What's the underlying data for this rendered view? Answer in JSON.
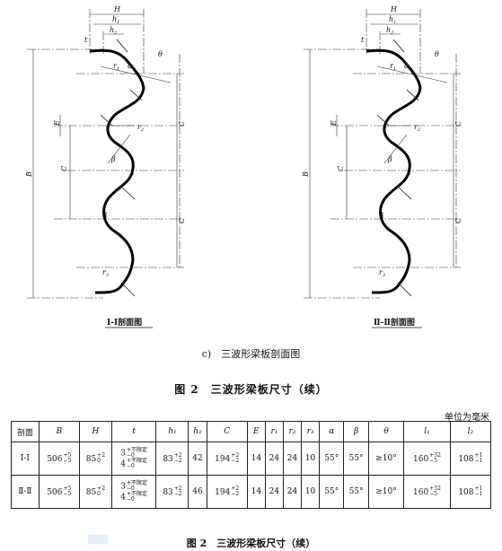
{
  "drawings": [
    {
      "id": "left",
      "section_label": "Ⅰ-Ⅰ剖面图",
      "dim_labels": {
        "H": "H",
        "h1": "h",
        "h2": "h",
        "h1_sub": "1",
        "h2_sub": "2",
        "t": "t",
        "theta": "θ",
        "r1": "r",
        "r1_sub": "1",
        "alpha": "α",
        "E": "E",
        "r2": "r",
        "r2_sub": "2",
        "C": "C",
        "beta": "β",
        "B": "B",
        "r3": "r",
        "r3_sub": "3"
      }
    },
    {
      "id": "right",
      "section_label": "Ⅱ-Ⅱ剖面图",
      "dim_labels": {
        "H": "H",
        "h1": "h",
        "h2": "h",
        "h1_sub": "1",
        "h2_sub": "2",
        "t": "t",
        "theta": "θ",
        "r1": "r",
        "r1_sub": "1",
        "alpha": "α",
        "E": "E",
        "r2": "r",
        "r2_sub": "2",
        "C": "C",
        "beta": "β",
        "B": "B",
        "r3": "r",
        "r3_sub": "3"
      }
    }
  ],
  "sub_caption": "c)　三波形梁板剖面图",
  "figure_title": "图 2　三波形梁板尺寸（续）",
  "unit_note": "单位为毫米",
  "table": {
    "headers": [
      "剖面",
      "B",
      "H",
      "t",
      "h₁",
      "h₂",
      "C",
      "E",
      "r₁",
      "r₂",
      "r₃",
      "α",
      "β",
      "θ",
      "l₁",
      "l₂"
    ],
    "rows": [
      {
        "section": "Ⅰ-Ⅰ",
        "B": {
          "base": "506",
          "up": "+5",
          "down": "−5"
        },
        "H": {
          "base": "85",
          "up": "+2",
          "down": "0"
        },
        "t": {
          "line1": "3",
          "line1_up": "+不限定",
          "line1_down": "−0",
          "line2": "4",
          "line2_up": "+不限定",
          "line2_down": "−0"
        },
        "h1": {
          "base": "83",
          "up": "+2",
          "down": "−2"
        },
        "h2": "42",
        "C": {
          "base": "194",
          "up": "+2",
          "down": "−2"
        },
        "E": "14",
        "r1": "24",
        "r2": "24",
        "r3": "10",
        "alpha": "55°",
        "beta": "55°",
        "theta": "≥10°",
        "l1": {
          "base": "160",
          "up": "+32",
          "down": "−5"
        },
        "l2": {
          "base": "108",
          "up": "+1",
          "down": "−1"
        }
      },
      {
        "section": "Ⅱ-Ⅱ",
        "B": {
          "base": "506",
          "up": "+5",
          "down": "−5"
        },
        "H": {
          "base": "85",
          "up": "+2",
          "down": "0"
        },
        "t": {
          "line1": "3",
          "line1_up": "+不限定",
          "line1_down": "−0",
          "line2": "4",
          "line2_up": "+不限定",
          "line2_down": "−0"
        },
        "h1": {
          "base": "83",
          "up": "+2",
          "down": "−2"
        },
        "h2": "46",
        "C": {
          "base": "194",
          "up": "+2",
          "down": "−2"
        },
        "E": "14",
        "r1": "24",
        "r2": "24",
        "r3": "10",
        "alpha": "55°",
        "beta": "55°",
        "theta": "≥10°",
        "l1": {
          "base": "160",
          "up": "+32",
          "down": "−5"
        },
        "l2": {
          "base": "108",
          "up": "+1",
          "down": "−1"
        }
      }
    ]
  },
  "bottom_title": "图 2　三波形梁板尺寸（续）"
}
